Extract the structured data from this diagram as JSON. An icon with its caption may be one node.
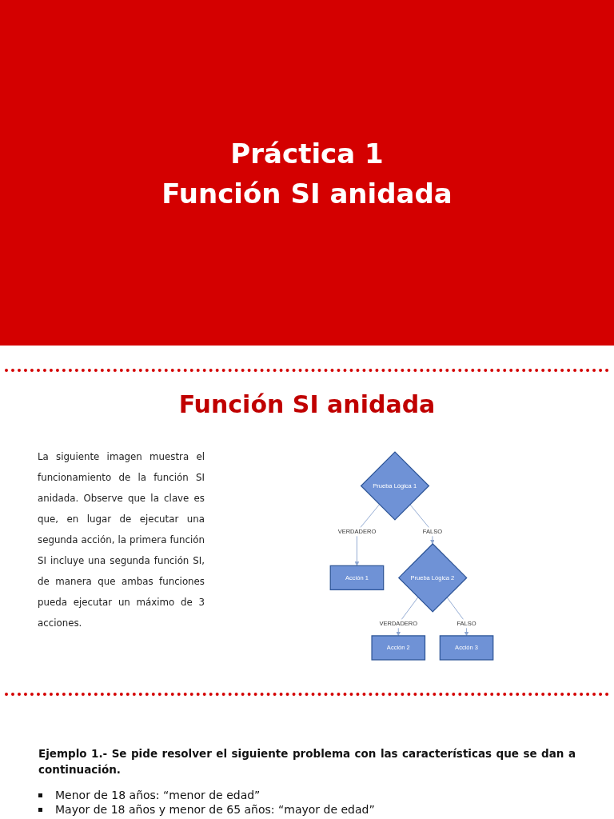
{
  "diagram": {
    "nodes": [
      {
        "text": [
          "Prueba Lógica 1"
        ]
      },
      {
        "text": [
          "Acción 1"
        ]
      },
      {
        "text": [
          "Prueba Lógica 2"
        ]
      },
      {
        "text": [
          "Acción 2"
        ]
      },
      {
        "text": [
          "Acción 3"
        ]
      }
    ],
    "edges": [
      {
        "from": 0,
        "to": 1,
        "arrow": "to",
        "label": "VERDADERO"
      },
      {
        "from": 0,
        "to": 2,
        "arrow": "to",
        "label": "FALSO"
      },
      {
        "from": 2,
        "to": 3,
        "arrow": "to",
        "label": "VERDADERO"
      },
      {
        "from": 2,
        "to": 4,
        "arrow": "to",
        "label": "FALSO"
      }
    ],
    "labels": [
      "Práctica 1",
      "Función SI anidada",
      "Función SI anidada",
      "La siguiente imagen muestra el funcionamiento de la función SI anidada. Observe que la clave es que, en lugar de ejecutar una segunda acción, la primera función SI incluye una segunda función SI, de manera que ambas funciones pueda ejecutar un máximo de 3 acciones.",
      "Ejemplo 1.- Se pide resolver el siguiente problema con las características que se dan a continuación.",
      "Menor de 18 años: “menor de edad”",
      "Mayor de 18 años y menor de 65 años: “mayor de edad”"
    ]
  }
}
